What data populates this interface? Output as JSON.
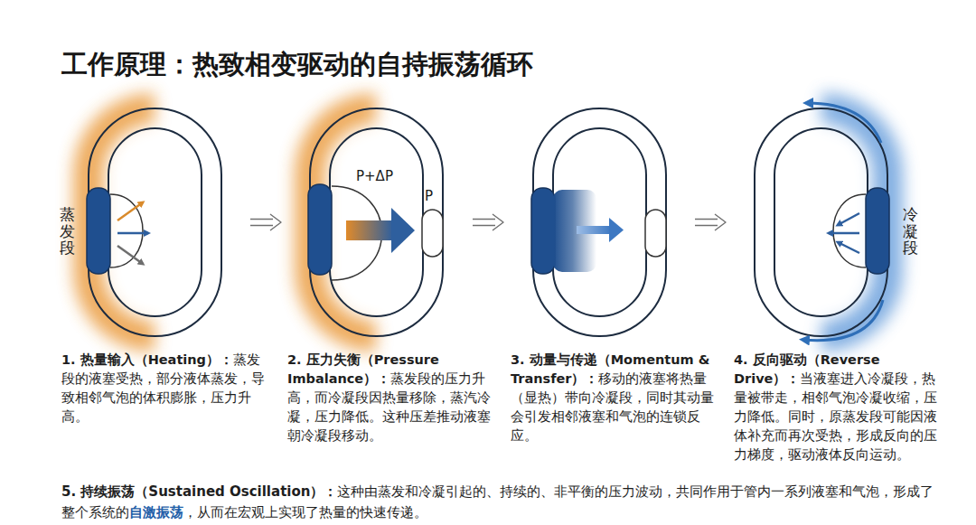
{
  "diagram": {
    "title": "工作原理：热致相变驱动的自持振荡循环",
    "nodes": [
      {
        "text": [
          "蒸发段",
          "1. 热量输入（Heating）：",
          "蒸发段的液塞受热，部分液体蒸发，导致相邻气泡的体积膨胀，压力升高。"
        ]
      },
      {
        "text": [
          "P+ΔP",
          "P",
          "2. 压力失衡（Pressure Imbalance）：",
          "蒸发段的压力升高，而冷凝段因热量移除，蒸汽冷凝，压力降低。这种压差推动液塞朝冷凝段移动。"
        ]
      },
      {
        "text": [
          "3. 动量与传递（Momentum & Transfer）：",
          "移动的液塞将热量（显热）带向冷凝段，同时其动量会引发相邻液塞和气泡的连锁反应。"
        ]
      },
      {
        "text": [
          "冷凝段",
          "4. 反向驱动（Reverse Drive）：",
          "当液塞进入冷凝段，热量被带走，相邻气泡冷凝收缩，压力降低。同时，原蒸发段可能因液体补充而再次受热，形成反向的压力梯度，驱动液体反向运动。"
        ]
      }
    ],
    "edges": [
      {
        "from": 0,
        "to": 1,
        "arrow": "to"
      },
      {
        "from": 1,
        "to": 2,
        "arrow": "to"
      },
      {
        "from": 2,
        "to": 3,
        "arrow": "to"
      }
    ],
    "labels": [
      "5. 持续振荡（Sustained Oscillation）：",
      "这种由蒸发和冷凝引起的、持续的、非平衡的压力波动，共同作用于管内一系列液塞和气泡，形成了整个系统的",
      "自激振荡",
      "，从而在宏观上实现了热量的快速传递。"
    ]
  }
}
